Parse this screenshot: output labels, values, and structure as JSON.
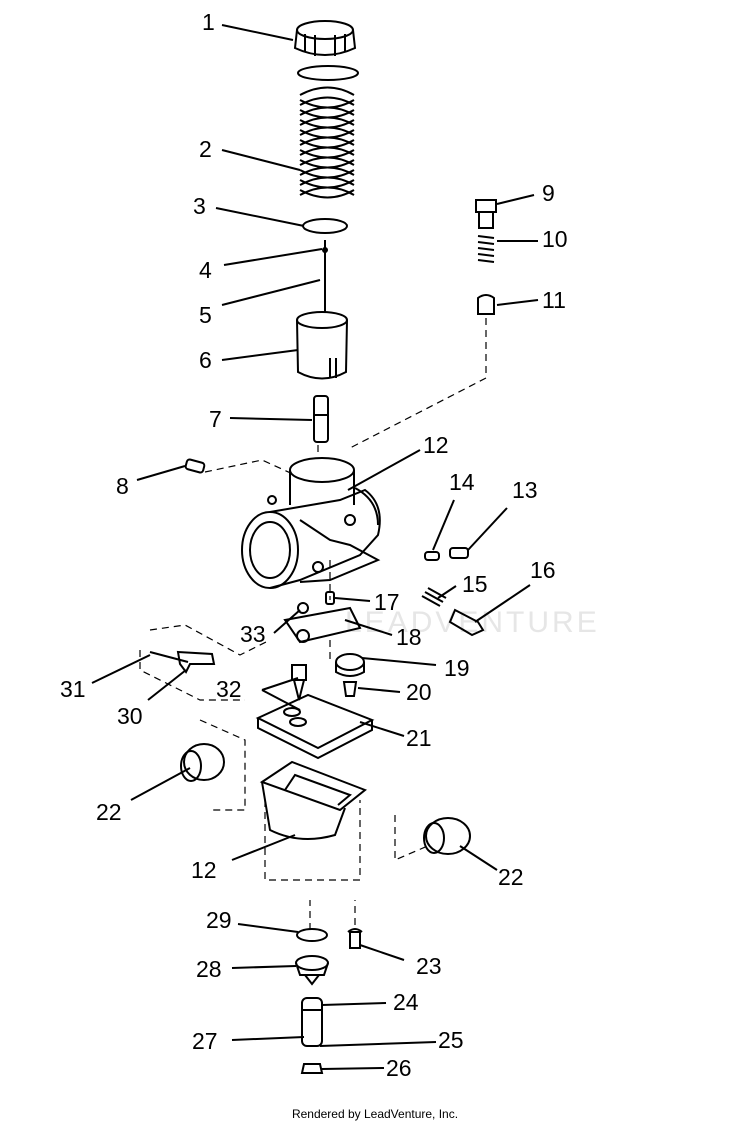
{
  "watermark": "LEADVENTURE",
  "footer": "Rendered by LeadVenture, Inc.",
  "callouts": {
    "c1": "1",
    "c2": "2",
    "c3": "3",
    "c4": "4",
    "c5": "5",
    "c6": "6",
    "c7": "7",
    "c8": "8",
    "c9": "9",
    "c10": "10",
    "c11": "11",
    "c12a": "12",
    "c12b": "12",
    "c13": "13",
    "c14": "14",
    "c15": "15",
    "c16": "16",
    "c17": "17",
    "c18": "18",
    "c19": "19",
    "c20": "20",
    "c21": "21",
    "c22a": "22",
    "c22b": "22",
    "c23": "23",
    "c24": "24",
    "c25": "25",
    "c26": "26",
    "c27": "27",
    "c28": "28",
    "c29": "29",
    "c30": "30",
    "c31": "31",
    "c32": "32",
    "c33": "33"
  }
}
